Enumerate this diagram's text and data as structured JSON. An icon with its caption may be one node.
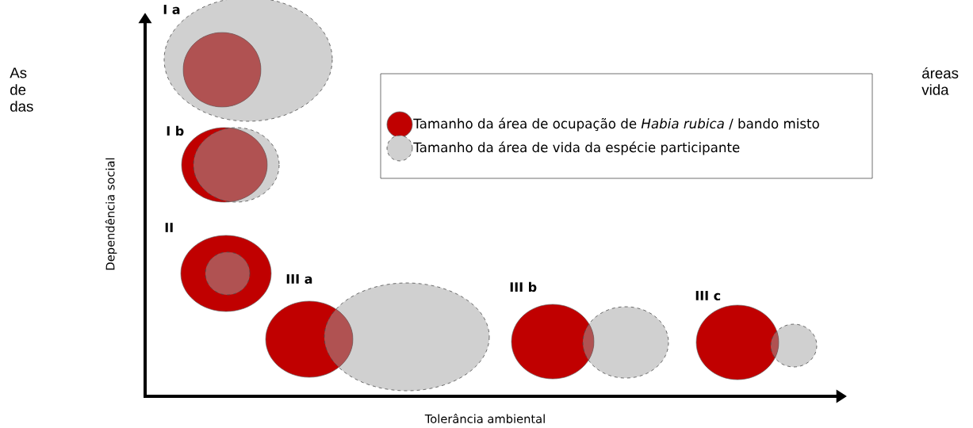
{
  "diagram": {
    "labels": [
      "As",
      "de",
      "das",
      "áreas",
      "vida",
      "I a",
      "I b",
      "II",
      "III a",
      "III b",
      "III c",
      "Dependência social",
      "Tolerância ambiental"
    ],
    "legend": [
      {
        "text": "Tamanho da área de ocupação de *Habia rubica* / bando misto",
        "color": "#c00000"
      },
      {
        "text": "Tamanho da área de vida da espécie participante",
        "color": "#d0d0d0"
      }
    ]
  }
}
